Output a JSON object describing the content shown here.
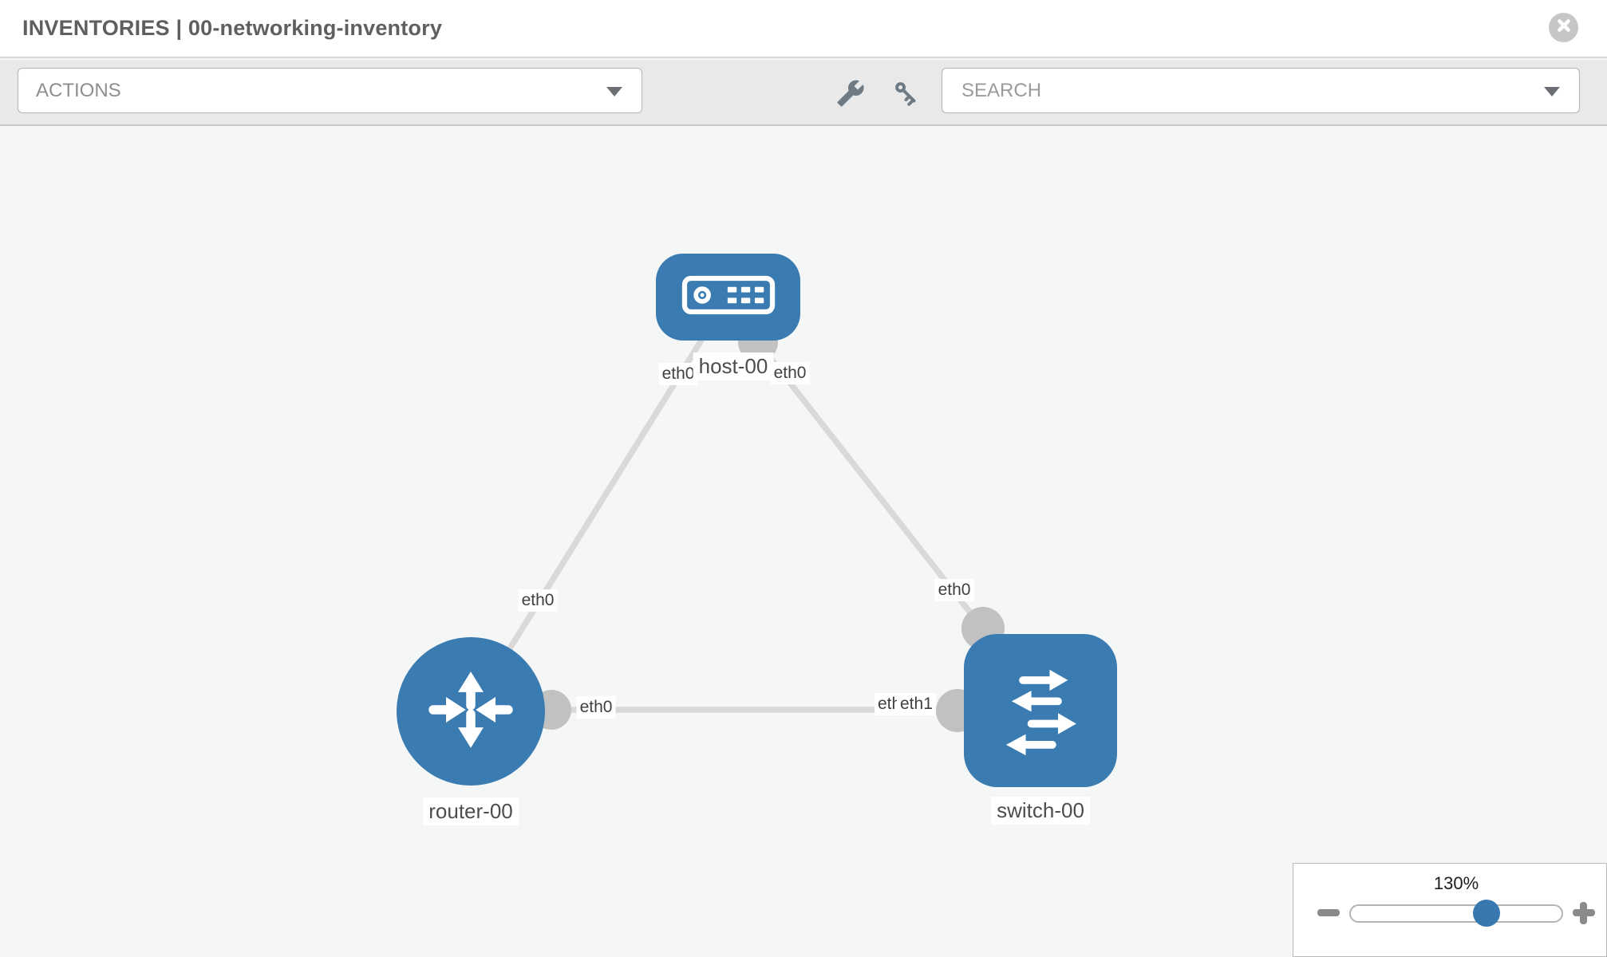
{
  "header": {
    "title": "INVENTORIES | 00-networking-inventory"
  },
  "toolbar": {
    "actions_label": "ACTIONS",
    "search_placeholder": "SEARCH"
  },
  "topology": {
    "nodes": [
      {
        "name": "host-00",
        "type": "host"
      },
      {
        "name": "router-00",
        "type": "router"
      },
      {
        "name": "switch-00",
        "type": "switch"
      }
    ],
    "links": [
      {
        "source": "host-00",
        "source_interface": "eth0",
        "target": "router-00",
        "target_interface": "eth0"
      },
      {
        "source": "host-00",
        "source_interface": "eth0",
        "target": "switch-00",
        "target_interface": "eth0"
      },
      {
        "source": "router-00",
        "source_interface": "eth0",
        "target": "switch-00",
        "target_interface": "eth1"
      }
    ],
    "labels": {
      "host": "host-00",
      "router": "router-00",
      "switch": "switch-00",
      "iface_host_left": "eth0",
      "iface_host_right": "eth0",
      "iface_router_top": "eth0",
      "iface_switch_top": "eth0",
      "iface_router_right": "eth0",
      "iface_switch_left_back": "eth0",
      "iface_switch_left_front": "eth1"
    }
  },
  "zoom_control": {
    "level": "130%"
  },
  "colors": {
    "node_blue": "#3a7cb1",
    "thumb_blue": "#3878af",
    "link_gray": "#d9d9d9",
    "port_gray": "#c1c1c1",
    "canvas_bg": "#f5f6f6",
    "toolbar_bg": "#e9e9e9",
    "title_gray": "#5f5f5f"
  }
}
